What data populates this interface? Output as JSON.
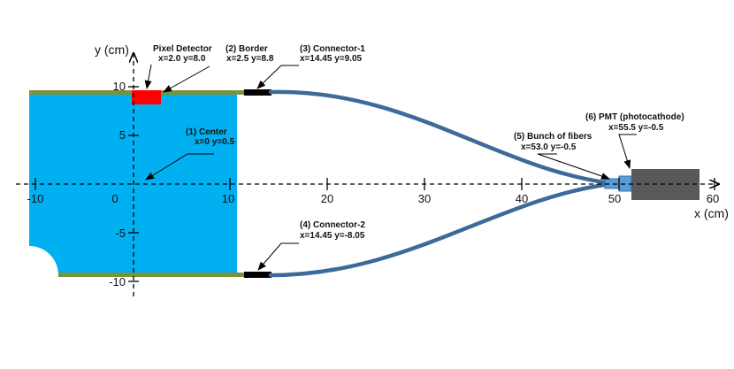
{
  "axes": {
    "x_title": "x (cm)",
    "y_title": "y (cm)",
    "x_ticks": [
      "-10",
      "0",
      "10",
      "20",
      "30",
      "40",
      "50",
      "60"
    ],
    "y_ticks": [
      "10",
      "5",
      "-5",
      "-10"
    ]
  },
  "annotations": [
    {
      "title": "Pixel Detector",
      "coords": "x=2.0  y=8.0"
    },
    {
      "title": "(2) Border",
      "coords": "x=2.5  y=8.8"
    },
    {
      "title": "(3) Connector-1",
      "coords": "x=14.45  y=9.05"
    },
    {
      "title": "(1) Center",
      "coords": "x=0  y=0.5"
    },
    {
      "title": "(6) PMT (photocathode)",
      "coords": "x=55.5  y=-0.5"
    },
    {
      "title": "(5) Bunch of fibers",
      "coords": "x=53.0  y=-0.5"
    },
    {
      "title": "(4) Connector-2",
      "coords": "x=14.45  y=-8.05"
    }
  ],
  "colors": {
    "scintillator": "#00b0f0",
    "border_strip": "#77933c",
    "pixel_detector": "#ff0000",
    "fiber": "#3d6a99",
    "connector": "#000000",
    "pmt": "#595959",
    "pmt_window": "#5b9bd5"
  }
}
